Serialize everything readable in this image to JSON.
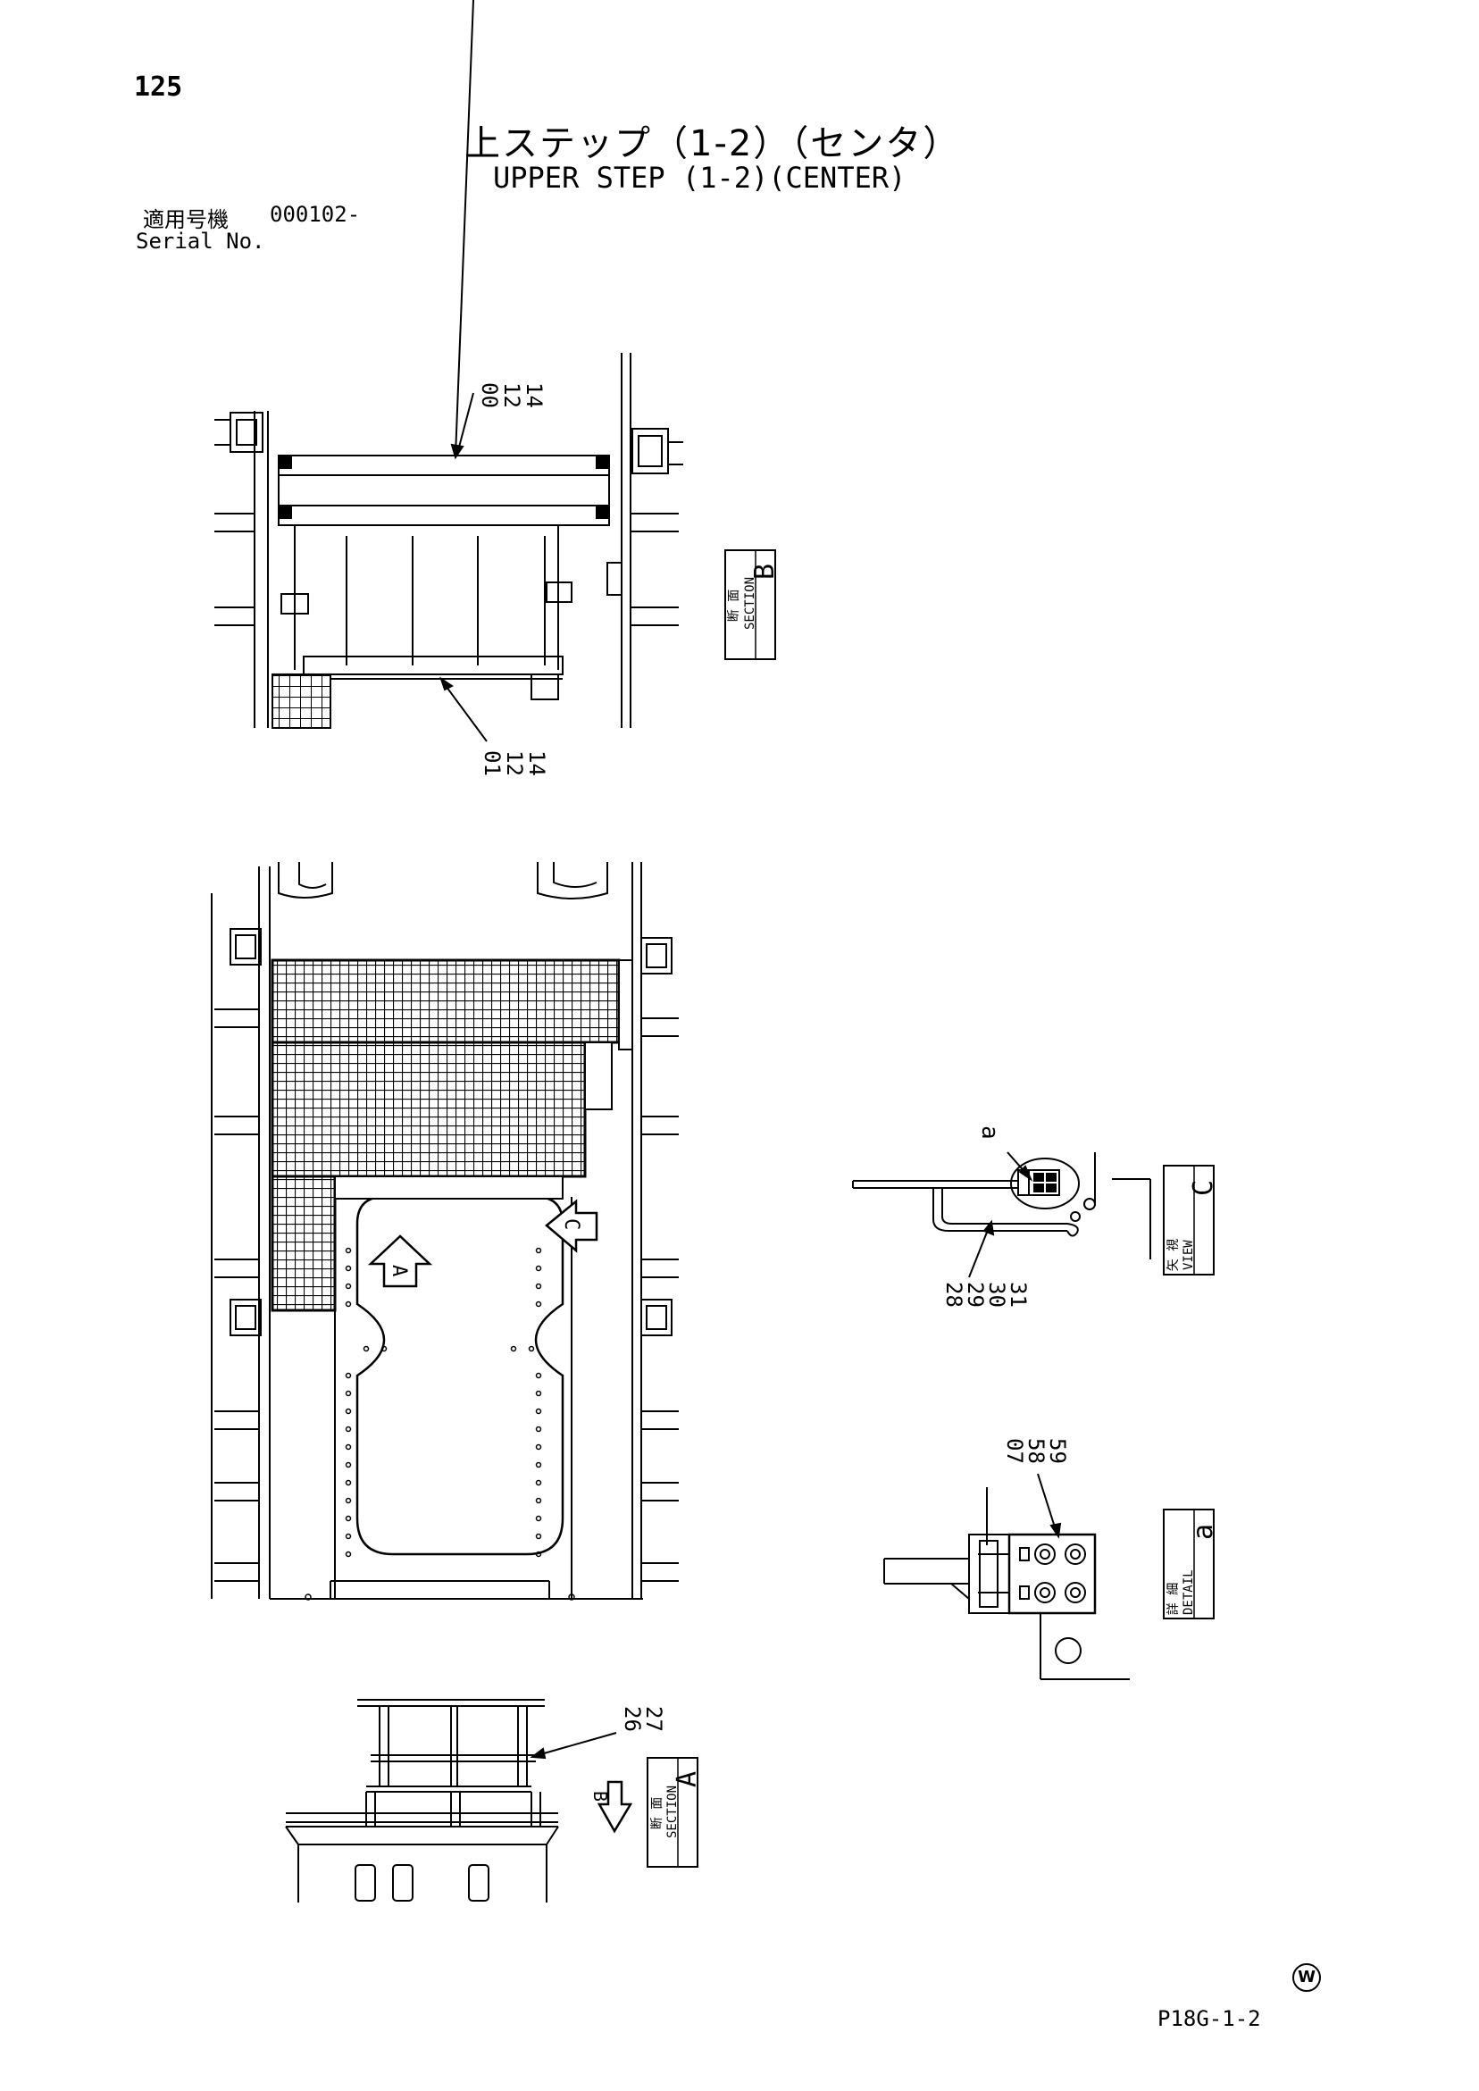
{
  "header": {
    "page_number": "125",
    "title_jp": "上ステップ（1-2）（センタ）",
    "title_en": "UPPER STEP (1-2)(CENTER)",
    "serial_label_jp": "適用号機",
    "serial_value": "000102-",
    "serial_label_en": "Serial No."
  },
  "views": {
    "section_b": {
      "label_jp": "断 面",
      "label_en": "SECTION",
      "letter": "B"
    },
    "section_a": {
      "label_jp": "断 面",
      "label_en": "SECTION",
      "letter": "A"
    },
    "view_c": {
      "label_jp": "矢 視",
      "label_en": "VIEW",
      "letter": "C"
    },
    "detail_a": {
      "label_jp": "詳 細",
      "label_en": "DETAIL",
      "letter": "a"
    }
  },
  "callouts": {
    "top_group": [
      "00",
      "12",
      "14"
    ],
    "bottom_group": [
      "01",
      "12",
      "14"
    ],
    "view_c_group": [
      "28",
      "29",
      "30",
      "31"
    ],
    "detail_group": [
      "07",
      "58",
      "59"
    ],
    "section_a_group": [
      "26",
      "27"
    ],
    "detail_marker": "a",
    "arrow_a": "A",
    "arrow_b": "B",
    "arrow_c": "C"
  },
  "footer": {
    "brand_mark": "W",
    "page_code": "P18G-1-2"
  }
}
